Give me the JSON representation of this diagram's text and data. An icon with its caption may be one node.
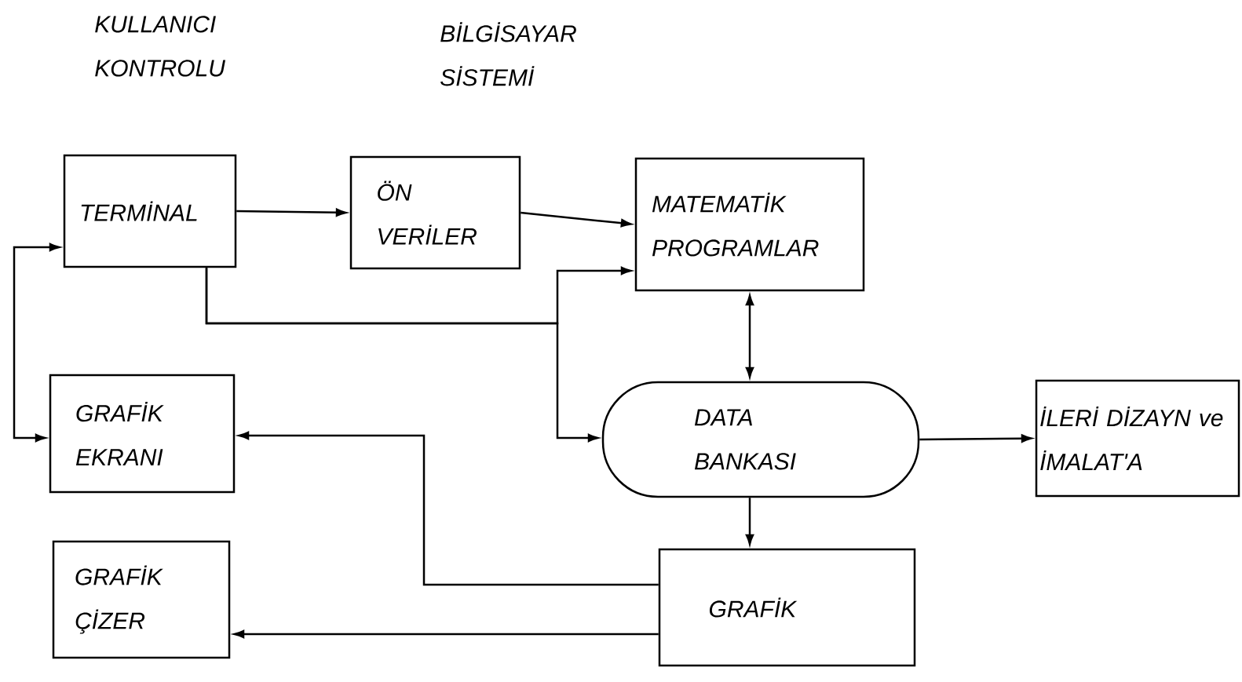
{
  "diagram": {
    "nodes": [
      {
        "text": [
          "TERMİNAL"
        ]
      },
      {
        "text": [
          "ÖN VERİLER"
        ]
      },
      {
        "text": [
          "MATEMATİK PROGRAMLAR"
        ]
      },
      {
        "text": [
          "DATA BANKASI"
        ]
      },
      {
        "text": [
          "İLERİ DİZAYN ve İMALAT'A"
        ]
      },
      {
        "text": [
          "GRAFİK EKRANI"
        ]
      },
      {
        "text": [
          "GRAFİK ÇİZER"
        ]
      },
      {
        "text": [
          "GRAFİK"
        ]
      }
    ],
    "edges": [
      {
        "from": 0,
        "to": 1,
        "arrow": "to"
      },
      {
        "from": 1,
        "to": 2,
        "arrow": "to"
      },
      {
        "from": 0,
        "to": 2,
        "arrow": "to"
      },
      {
        "from": 0,
        "to": 3,
        "arrow": "to"
      },
      {
        "from": 2,
        "to": 3,
        "arrow": "both"
      },
      {
        "from": 0,
        "to": 5,
        "arrow": "both"
      },
      {
        "from": 3,
        "to": 4,
        "arrow": "to"
      },
      {
        "from": 3,
        "to": 7,
        "arrow": "to"
      },
      {
        "from": 7,
        "to": 5,
        "arrow": "to"
      },
      {
        "from": 7,
        "to": 6,
        "arrow": "to"
      }
    ],
    "labels": [
      "KULLANICI KONTROLU",
      "BİLGİSAYAR SİSTEMİ"
    ]
  }
}
